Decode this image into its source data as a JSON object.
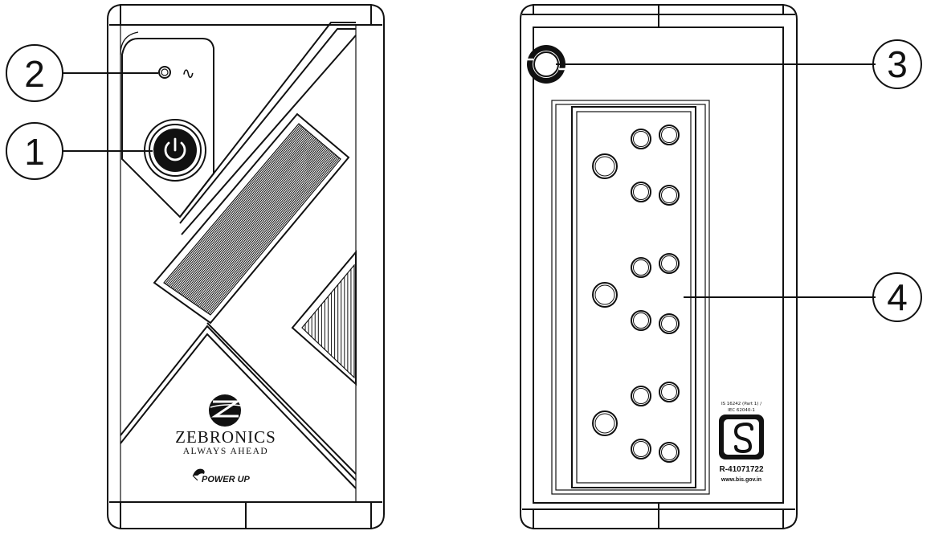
{
  "front_view": {
    "brand_name": "ZEBRONICS",
    "brand_tagline": "ALWAYS AHEAD",
    "sub_brand": "POWER UP",
    "power_symbol": "⏻",
    "ac_symbol": "∿"
  },
  "back_view": {
    "certification": {
      "standard_line1": "IS 16242 (Part 1) /",
      "standard_line2": "IEC 62040-1",
      "registration": "R-41071722",
      "website": "www.bis.gov.in"
    }
  },
  "callouts": [
    {
      "number": "1",
      "target": "power-button"
    },
    {
      "number": "2",
      "target": "ac-indicator-led"
    },
    {
      "number": "3",
      "target": "fuse-holder"
    },
    {
      "number": "4",
      "target": "output-sockets"
    }
  ],
  "icons": [
    "power-icon",
    "ac-wave-icon",
    "zebronics-logo-icon",
    "horse-icon",
    "bis-mark-icon"
  ]
}
